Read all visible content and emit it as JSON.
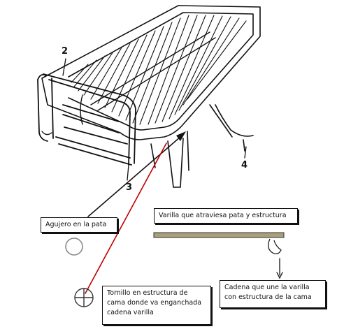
{
  "callouts": {
    "hole": "Agujero en la pata",
    "rod": "Varilla que atraviesa pata y estructura",
    "chain": [
      "Cadena que une la varilla",
      "con estructura de la cama"
    ],
    "screw": [
      "Tornillo en estructura de",
      "cama donde va enganchada",
      "cadena varilla"
    ]
  },
  "part_numbers": {
    "n2": "2",
    "n3": "3",
    "n4": "4"
  },
  "colors": {
    "ink": "#111111",
    "red_leader": "#c00000",
    "rod_fill": "#a8a07a",
    "hole_gray": "#8a8a8a"
  }
}
